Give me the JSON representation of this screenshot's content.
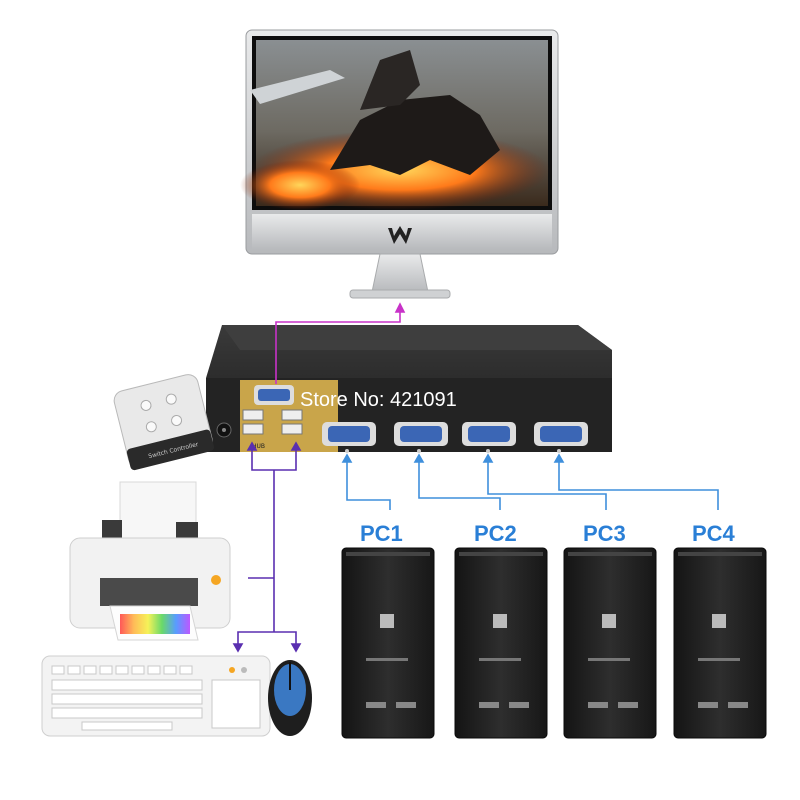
{
  "watermark": "Store No: 421091",
  "hub_label": "HUB",
  "remote_label": "Switch Controller",
  "pcs": [
    {
      "label": "PC1"
    },
    {
      "label": "PC2"
    },
    {
      "label": "PC3"
    },
    {
      "label": "PC4"
    }
  ],
  "colors": {
    "monitor_link": "#c832c8",
    "pc_link": "#3f8fdc",
    "peripheral_link": "#5a2fb0",
    "pc_label": "#2a7fd6",
    "switch_body": "#2b2b2b",
    "panel_gold": "#c9a54a",
    "vga_blue": "#3b66b5"
  },
  "icons": [
    "monitor-icon",
    "kvm-switch-icon",
    "remote-control-icon",
    "printer-icon",
    "keyboard-icon",
    "mouse-icon",
    "pc-tower-icon"
  ]
}
